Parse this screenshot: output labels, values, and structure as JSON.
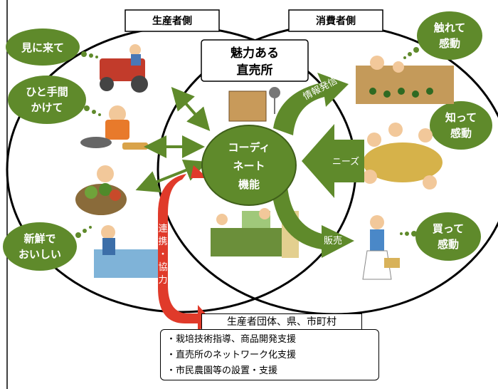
{
  "producer_side": "生産者側",
  "consumer_side": "消費者側",
  "center_title": {
    "line1": "魅力ある",
    "line2": "直売所"
  },
  "hub": {
    "line1": "コーディ",
    "line2": "ネート",
    "line3": "機能"
  },
  "producer_bubbles": [
    {
      "id": "come-see",
      "lines": [
        "見に来て"
      ]
    },
    {
      "id": "extra-effort",
      "lines": [
        "ひと手間",
        "かけて"
      ]
    },
    {
      "id": "fresh-tasty",
      "lines": [
        "新鮮で",
        "おいしい"
      ]
    }
  ],
  "consumer_bubbles": [
    {
      "id": "touch",
      "lines": [
        "触れて",
        "感動"
      ]
    },
    {
      "id": "know",
      "lines": [
        "知って",
        "感動"
      ]
    },
    {
      "id": "buy",
      "lines": [
        "買って",
        "感動"
      ]
    }
  ],
  "arrows": {
    "info": "情報発信",
    "needs": "ニーズ",
    "sales": "販売",
    "cooperation": [
      "連",
      "携",
      "・",
      "協",
      "力"
    ]
  },
  "org_label": "生産者団体、県、市町村",
  "support_items": [
    "・栽培技術指導、商品開発支援",
    "・直売所のネットワーク化支援",
    "・市民農園等の設置・支援"
  ],
  "colors": {
    "green": "#5f8a2b",
    "green_dark": "#4c7020",
    "red": "#e03a2a",
    "outline": "#000000"
  }
}
